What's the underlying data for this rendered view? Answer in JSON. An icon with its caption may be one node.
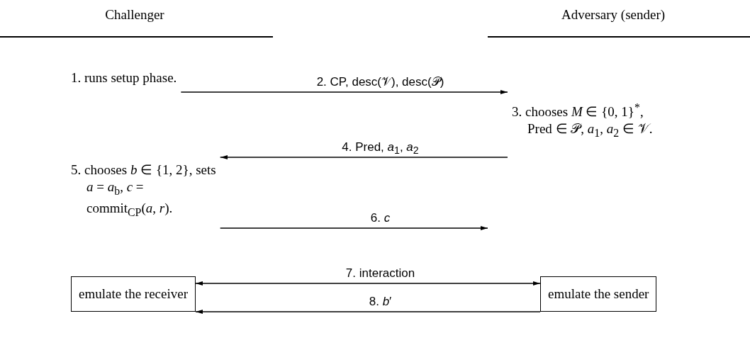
{
  "diagram": {
    "nodes": [
      {
        "text": [
          "1. runs setup phase."
        ]
      },
      {
        "text": [
          "3. chooses *M* ∈ {0, 1}$^{*}$, Pred ∈ 𝒫, *a*$_{1}$, *a*$_{2}$ ∈ 𝒱."
        ]
      },
      {
        "text": [
          "5. chooses *b* ∈ {1, 2}, sets *a* = *a*$_{b}$, *c* = commit$_{CP}$(*a*, *r*)."
        ]
      },
      {
        "text": [
          "emulate the receiver"
        ]
      },
      {
        "text": [
          "emulate the sender"
        ]
      }
    ],
    "edges": [
      {
        "from": 0,
        "to": 1,
        "arrow": "to",
        "label": "2. CP, desc(𝒱), desc(𝒫)"
      },
      {
        "from": 1,
        "to": 2,
        "arrow": "to",
        "label": "4. Pred, *a*$_{1}$, *a*$_{2}$"
      },
      {
        "from": 2,
        "to": null,
        "arrow": "to",
        "label": "6. *c*"
      },
      {
        "from": 3,
        "to": 4,
        "arrow": "both",
        "label": "7. interaction"
      },
      {
        "from": 4,
        "to": 3,
        "arrow": "to",
        "label": "8. *b*′"
      }
    ],
    "labels": [
      "Challenger",
      "Adversary (sender)"
    ]
  }
}
